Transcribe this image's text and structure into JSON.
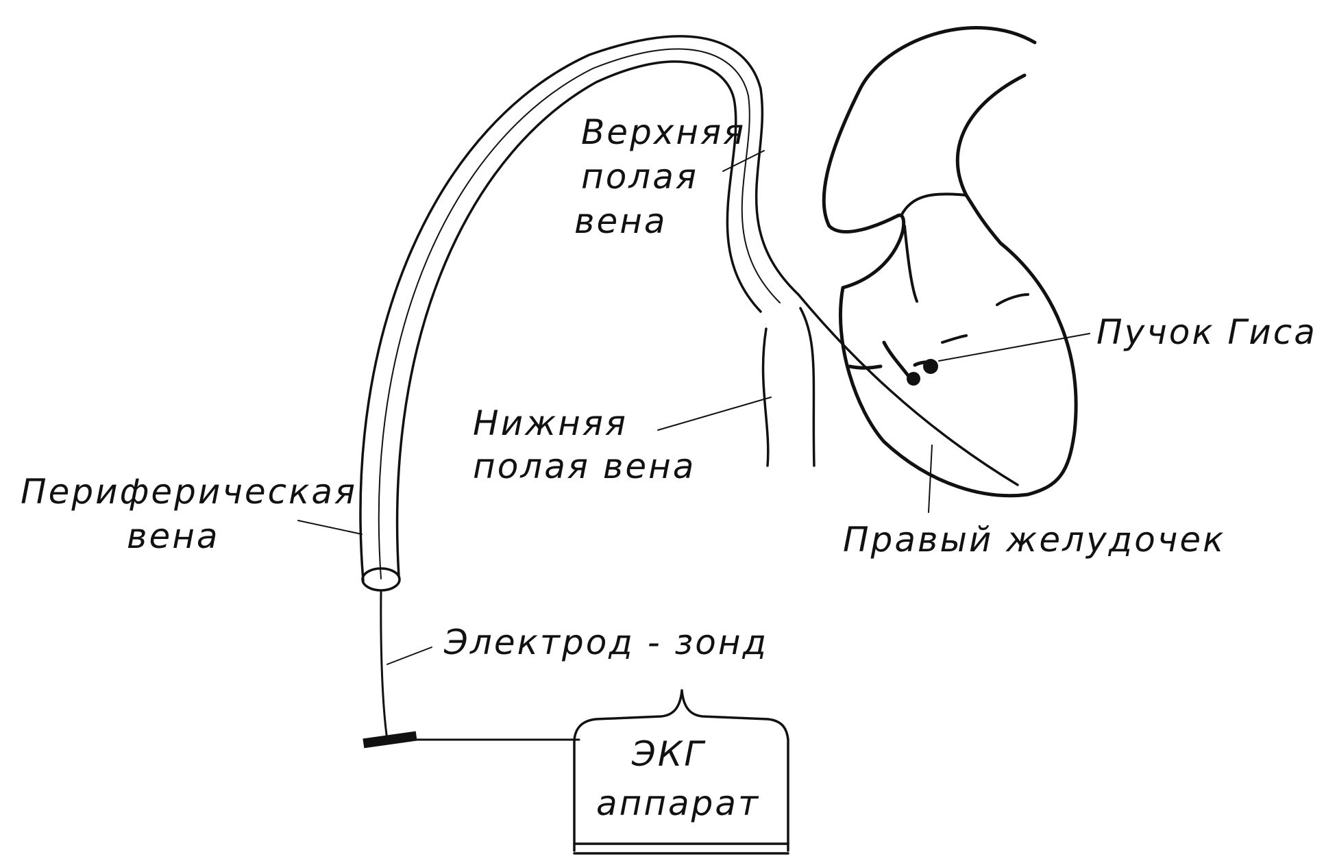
{
  "labels": {
    "superior_vena_cava": [
      "Верхняя",
      "полая",
      "вена"
    ],
    "inferior_vena_cava": [
      "Нижняя",
      "полая вена"
    ],
    "peripheral_vein": [
      "Периферическая",
      "вена"
    ],
    "bundle_of_his": "Пучок Гиса",
    "right_ventricle": "Правый желудочек",
    "electrode_probe": "Электрод - зонд",
    "ecg_device": [
      "ЭКГ",
      "аппарат"
    ]
  },
  "colors": {
    "ink": "#111111",
    "paper": "#ffffff"
  }
}
